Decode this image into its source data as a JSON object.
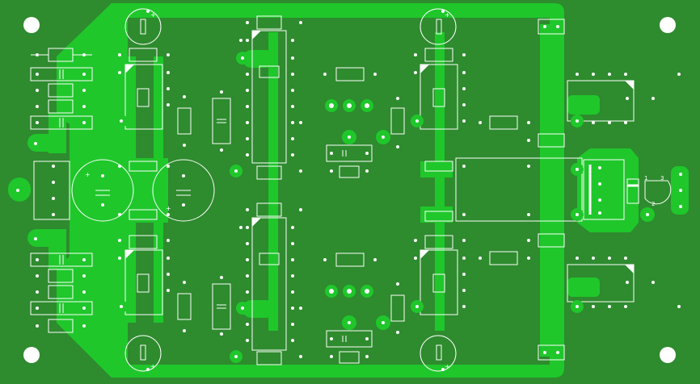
{
  "board": {
    "colors": {
      "substrate": "#2e8b2e",
      "copper": "#1fc72b",
      "silkscreen": "#ffffff",
      "hole": "#ffffff"
    }
  },
  "silkscreen_labels": {
    "cap_plus": "+",
    "reg_pin1": "1",
    "reg_pin2": "2",
    "reg_pin3": "3"
  }
}
